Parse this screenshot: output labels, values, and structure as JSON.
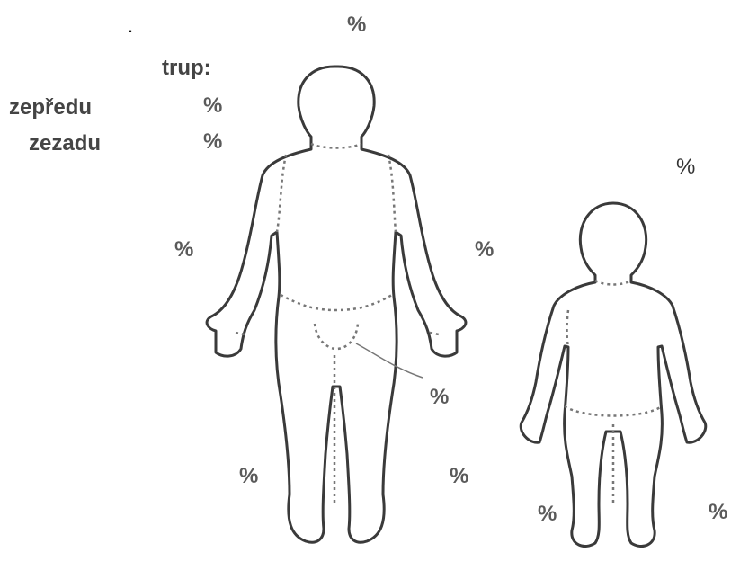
{
  "diagram": {
    "dot": ".",
    "trunk": {
      "title": "trup:",
      "front_label": "zepředu",
      "front_value": "%",
      "back_label": "zezadu",
      "back_value": "%"
    },
    "adult": {
      "head": "%",
      "arm_right": "%",
      "arm_left": "%",
      "groin": "%",
      "leg_right": "%",
      "leg_left": "%"
    },
    "child": {
      "head": "%",
      "leg_right": "%",
      "leg_left": "%"
    }
  }
}
